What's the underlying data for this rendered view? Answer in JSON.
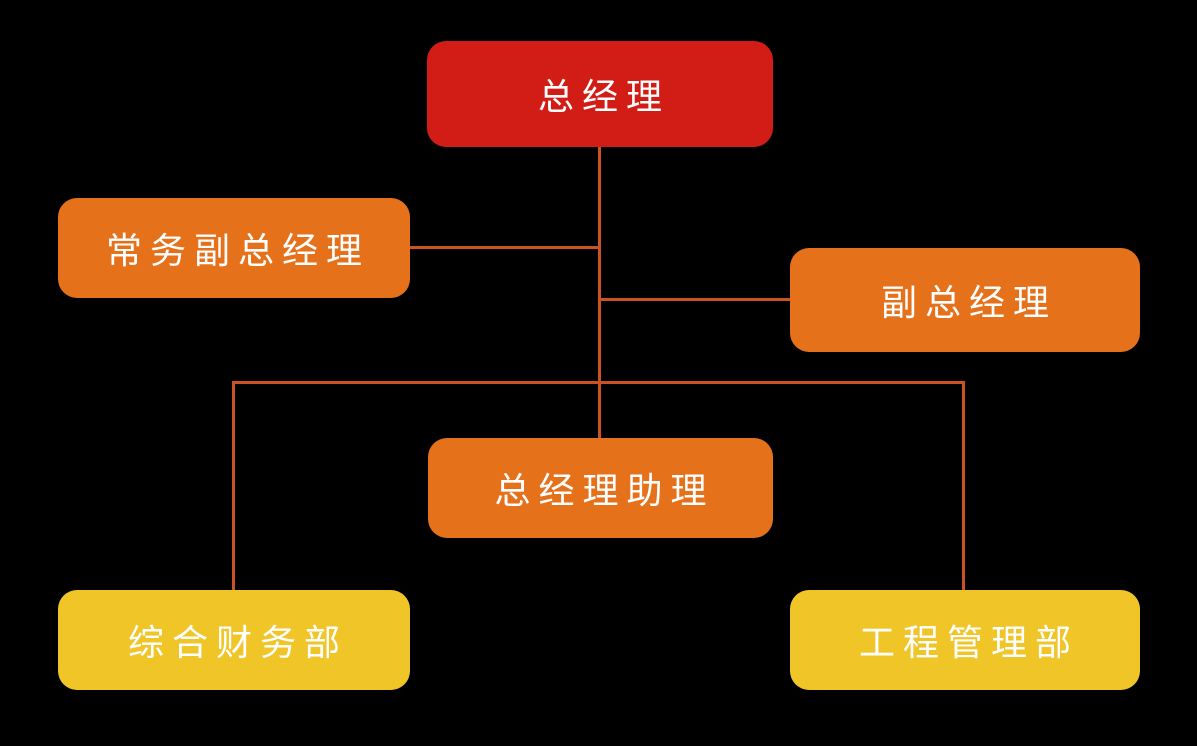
{
  "chart": {
    "title": "organization-chart",
    "background_color": "#000000",
    "connector_color": "#CC5123",
    "text_color": "#FFFFFF",
    "nodes": [
      {
        "id": "general-manager",
        "label": "总经理",
        "color": "#D21D17",
        "level": 1
      },
      {
        "id": "executive-deputy-general-manager",
        "label": "常务副总经理",
        "color": "#E6711B",
        "level": 2
      },
      {
        "id": "deputy-general-manager",
        "label": "副总经理",
        "color": "#E6711B",
        "level": 2
      },
      {
        "id": "general-manager-assistant",
        "label": "总经理助理",
        "color": "#E6711B",
        "level": 3
      },
      {
        "id": "finance-department",
        "label": "综合财务部",
        "color": "#F0C528",
        "level": 4
      },
      {
        "id": "engineering-department",
        "label": "工程管理部",
        "color": "#F0C528",
        "level": 4
      }
    ],
    "edges": [
      {
        "from": "general-manager",
        "to": "executive-deputy-general-manager"
      },
      {
        "from": "general-manager",
        "to": "deputy-general-manager"
      },
      {
        "from": "general-manager",
        "to": "general-manager-assistant"
      },
      {
        "from": "general-manager",
        "to": "finance-department"
      },
      {
        "from": "general-manager",
        "to": "engineering-department"
      }
    ]
  }
}
